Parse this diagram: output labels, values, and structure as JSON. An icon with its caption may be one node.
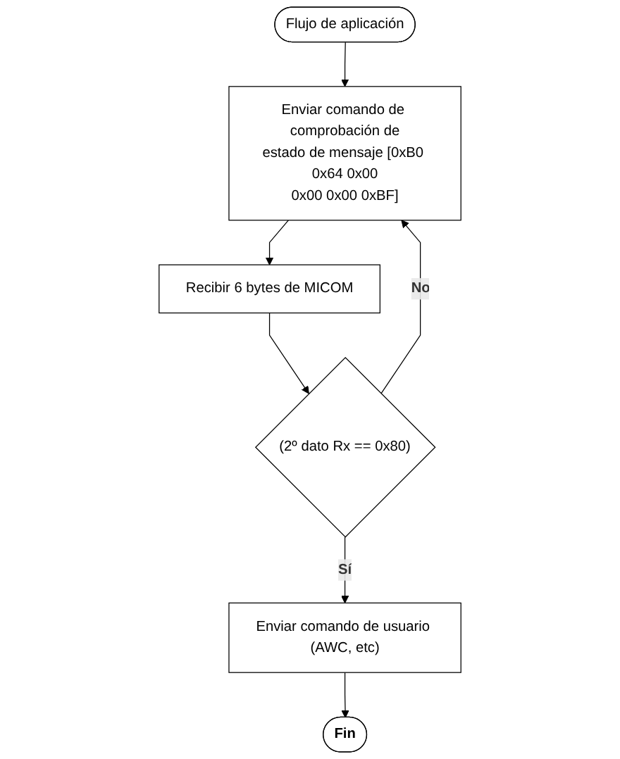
{
  "diagram": {
    "nodes": [
      {
        "text": [
          "Flujo de aplicación"
        ]
      },
      {
        "text": [
          "Enviar comando de comprobación de estado de mensaje [0xB0 0x64 0x00 0x00 0x00 0xBF]"
        ]
      },
      {
        "text": [
          "Recibir 6 bytes de MICOM"
        ]
      },
      {
        "text": [
          "(2º dato Rx == 0x80)"
        ]
      },
      {
        "text": [
          "Enviar comando de usuario (AWC, etc)"
        ]
      },
      {
        "text": [
          "Fin"
        ]
      }
    ],
    "edges": [
      {
        "from": 0,
        "to": 1,
        "arrow": "to"
      },
      {
        "from": 1,
        "to": 2,
        "arrow": "to"
      },
      {
        "from": 2,
        "to": 3,
        "arrow": "to"
      },
      {
        "from": 3,
        "to": 4,
        "arrow": "to",
        "label": "Sí"
      },
      {
        "from": 3,
        "to": 1,
        "arrow": "to",
        "label": "No"
      },
      {
        "from": 4,
        "to": 5,
        "arrow": "to"
      }
    ]
  }
}
